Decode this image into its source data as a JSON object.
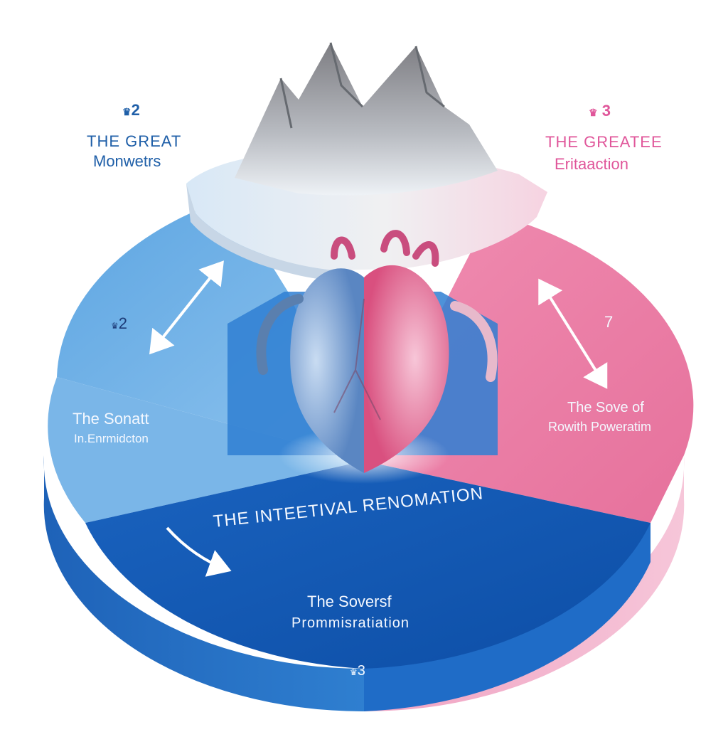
{
  "labels": {
    "top_left_badge": "2",
    "top_left_title": "THE GREAT",
    "top_left_subtitle": "Monwetrs",
    "top_right_badge": "3",
    "top_right_title": "THE GREATEE",
    "top_right_subtitle": "Eritaaction",
    "left_number": "2",
    "left_title": "The Sonatt",
    "left_subtitle": "In.Enrmidcton",
    "right_number": "7",
    "right_title": "The Sove of",
    "right_subtitle": "Rowith Poweratim",
    "arc_title": "THE INTEETIVAL RENOMATION",
    "bottom_title": "The Soversf",
    "bottom_subtitle": "Prommisratiation",
    "bottom_number": "3"
  },
  "colors": {
    "blue_light": "#74b3e6",
    "blue_mid": "#3a86d2",
    "blue_dark": "#1257b3",
    "pink": "#e9769f",
    "pink_light": "#f5a9c6",
    "text_blue": "#1f5fa8",
    "text_pink": "#e0569a"
  },
  "icons": [
    "crown-icon",
    "double-arrow-icon",
    "curved-arrow-icon",
    "mountain-icon",
    "heart-icon"
  ]
}
